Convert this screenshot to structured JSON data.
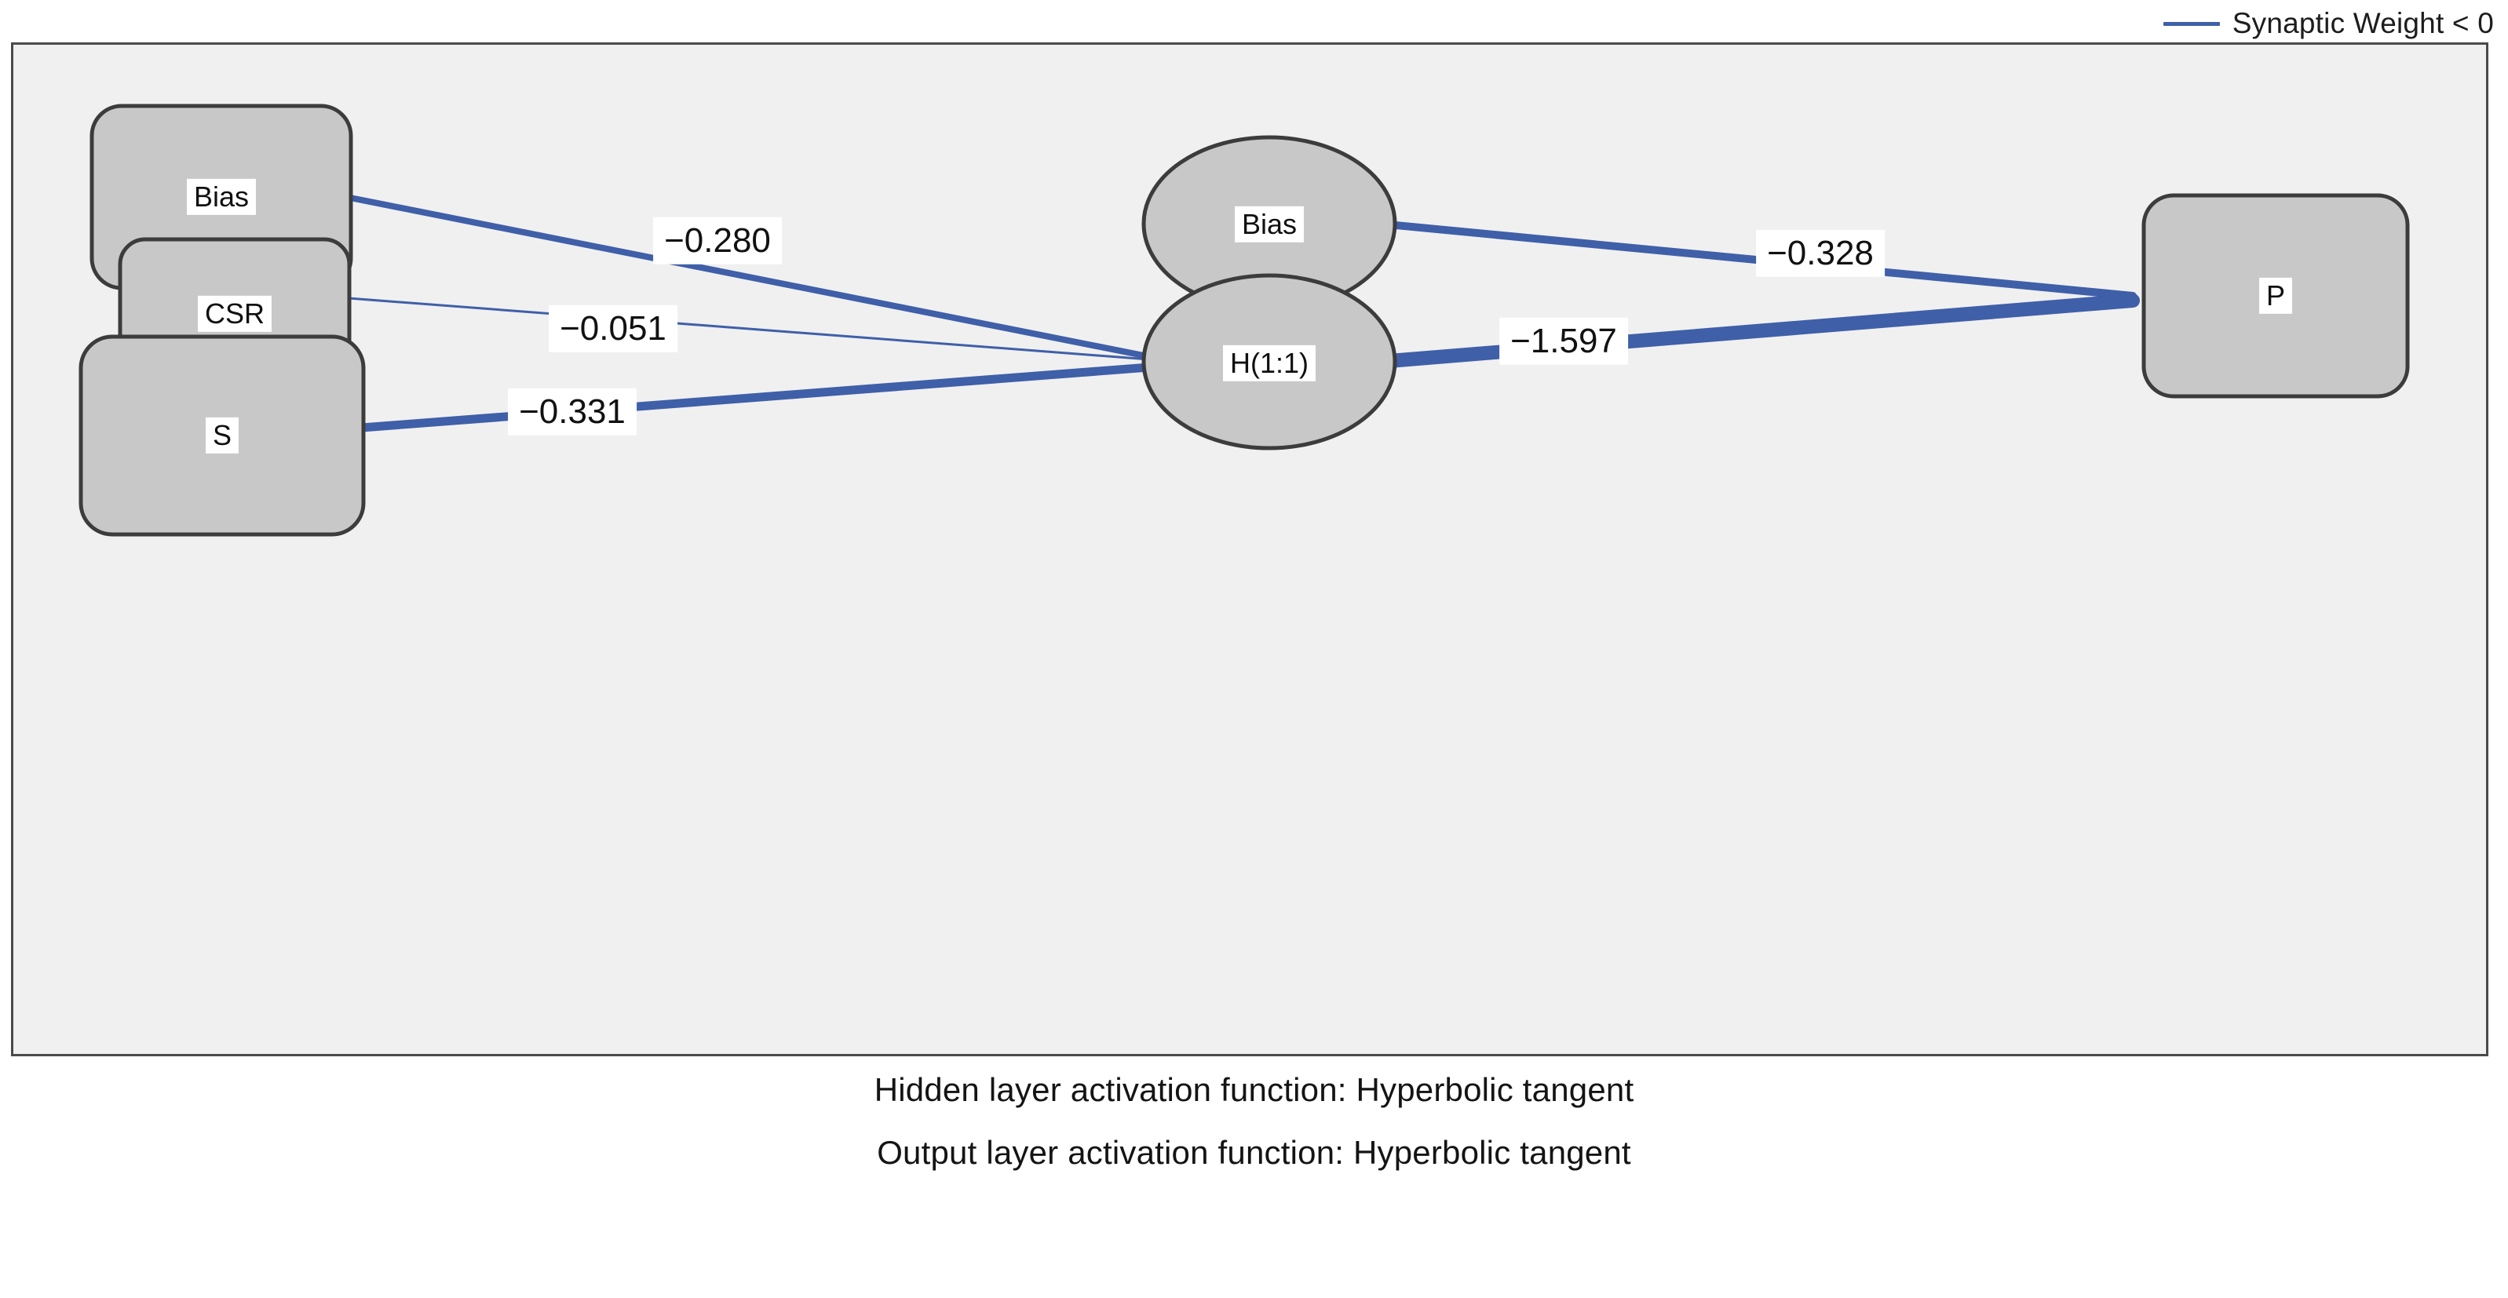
{
  "legend": {
    "icon": "line-swatch-icon",
    "label": "Synaptic Weight < 0",
    "color": "#3f5fa8"
  },
  "diagram": {
    "panel_bg": "#f0f0f0",
    "panel_border": "#4a4a4a",
    "node_fill": "#c8c8c8",
    "node_border": "#3c3c3c",
    "edge_color": "#3f5fa8",
    "input_nodes": [
      {
        "id": "input-bias",
        "label": "Bias"
      },
      {
        "id": "input-csr",
        "label": "CSR"
      },
      {
        "id": "input-s",
        "label": "S"
      }
    ],
    "hidden_nodes": [
      {
        "id": "hidden-bias",
        "label": "Bias"
      },
      {
        "id": "hidden-h11",
        "label": "H(1:1)"
      }
    ],
    "output_nodes": [
      {
        "id": "output-p",
        "label": "P"
      }
    ],
    "edges": [
      {
        "id": "edge-bias-h11",
        "from": "Bias",
        "to": "H(1:1)",
        "weight": "−0.280",
        "value": -0.28
      },
      {
        "id": "edge-csr-h11",
        "from": "CSR",
        "to": "H(1:1)",
        "weight": "−0.051",
        "value": -0.051
      },
      {
        "id": "edge-s-h11",
        "from": "S",
        "to": "H(1:1)",
        "weight": "−0.331",
        "value": -0.331
      },
      {
        "id": "edge-hbias-p",
        "from": "Bias",
        "to": "P",
        "weight": "−0.328",
        "value": -0.328
      },
      {
        "id": "edge-h11-p",
        "from": "H(1:1)",
        "to": "P",
        "weight": "−1.597",
        "value": -1.597
      }
    ]
  },
  "footer": {
    "hidden_activation": "Hidden layer activation function: Hyperbolic tangent",
    "output_activation": "Output layer activation function: Hyperbolic tangent"
  },
  "chart_data": {
    "type": "diagram",
    "title": "Multilayer perceptron synaptic weight diagram",
    "layers": [
      {
        "name": "input",
        "nodes": [
          "Bias",
          "CSR",
          "S"
        ]
      },
      {
        "name": "hidden",
        "nodes": [
          "Bias",
          "H(1:1)"
        ]
      },
      {
        "name": "output",
        "nodes": [
          "P"
        ]
      }
    ],
    "edges": [
      {
        "source": "Bias (input)",
        "target": "H(1:1)",
        "value": -0.28
      },
      {
        "source": "CSR",
        "target": "H(1:1)",
        "value": -0.051
      },
      {
        "source": "S",
        "target": "H(1:1)",
        "value": -0.331
      },
      {
        "source": "Bias (hidden)",
        "target": "P",
        "value": -0.328
      },
      {
        "source": "H(1:1)",
        "target": "P",
        "value": -1.597
      }
    ],
    "legend": [
      "Synaptic Weight < 0"
    ],
    "annotations": [
      "Hidden layer activation function: Hyperbolic tangent",
      "Output layer activation function: Hyperbolic tangent"
    ]
  }
}
